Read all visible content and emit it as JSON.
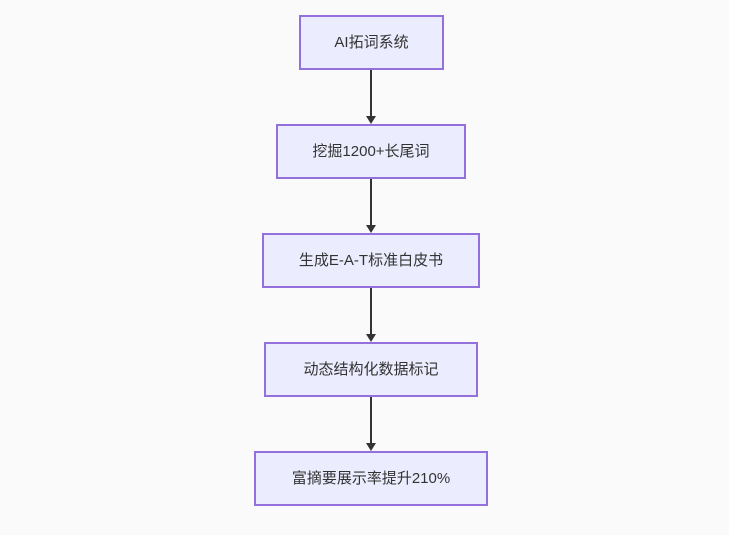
{
  "diagram": {
    "type": "flowchart",
    "direction": "top-down",
    "nodes": [
      {
        "id": "node-1",
        "label": "AI拓词系统"
      },
      {
        "id": "node-2",
        "label": "挖掘1200+长尾词"
      },
      {
        "id": "node-3",
        "label": "生成E-A-T标准白皮书"
      },
      {
        "id": "node-4",
        "label": "动态结构化数据标记"
      },
      {
        "id": "node-5",
        "label": "富摘要展示率提升210%"
      }
    ],
    "edges": [
      {
        "from": "node-1",
        "to": "node-2",
        "arrow": "down"
      },
      {
        "from": "node-2",
        "to": "node-3",
        "arrow": "down"
      },
      {
        "from": "node-3",
        "to": "node-4",
        "arrow": "down"
      },
      {
        "from": "node-4",
        "to": "node-5",
        "arrow": "down"
      }
    ],
    "colors": {
      "background": "#fafafa",
      "node_fill": "#ECECFF",
      "node_border": "#9370DB",
      "arrow": "#333333",
      "text": "#333333"
    }
  }
}
